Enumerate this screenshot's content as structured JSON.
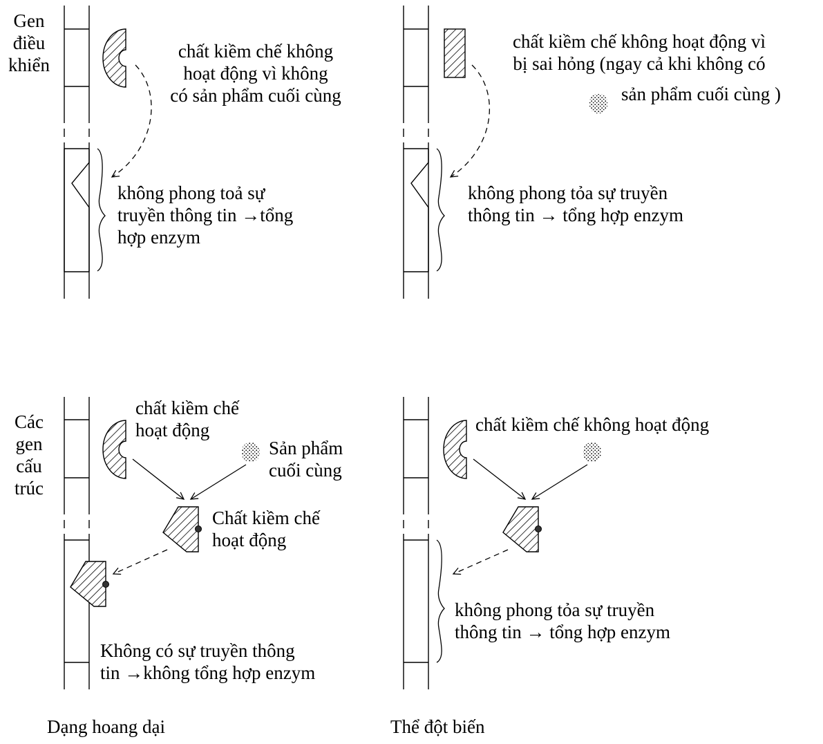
{
  "panels": {
    "wild_top": {
      "side_label": [
        "Gen",
        "điều",
        "khiển"
      ],
      "repressor_note": [
        "chất kiềm chế không",
        "hoạt động vì không",
        "có sản phẩm cuối cùng"
      ],
      "result": [
        "không phong toả sự",
        "truyền thông tin →tổng",
        "hợp enzym"
      ]
    },
    "mutant_top": {
      "repressor_note": [
        "chất kiềm chế không hoạt động vì",
        "bị sai hỏng (ngay cả khi không có",
        "sản phẩm cuối cùng )"
      ],
      "result": [
        "không phong tỏa sự truyền",
        "thông tin → tổng hợp enzym"
      ]
    },
    "wild_bottom": {
      "side_label": [
        "Các",
        "gen",
        "cấu",
        "trúc"
      ],
      "repressor_note": [
        "chất kiềm chế",
        "hoạt động"
      ],
      "product_note": [
        "Sản phẩm",
        "cuối cùng"
      ],
      "complex_note": [
        "Chất kiềm chế",
        "hoạt động"
      ],
      "result": [
        "Không có sự truyền thông",
        "tin →không tổng hợp enzym"
      ]
    },
    "mutant_bottom": {
      "repressor_note": [
        "chất kiềm chế không hoạt động"
      ],
      "result": [
        "không phong tỏa sự truyền",
        "thông tin → tổng hợp enzym"
      ]
    }
  },
  "captions": {
    "wild": "Dạng hoang dại",
    "mutant": "Thể đột biến"
  }
}
